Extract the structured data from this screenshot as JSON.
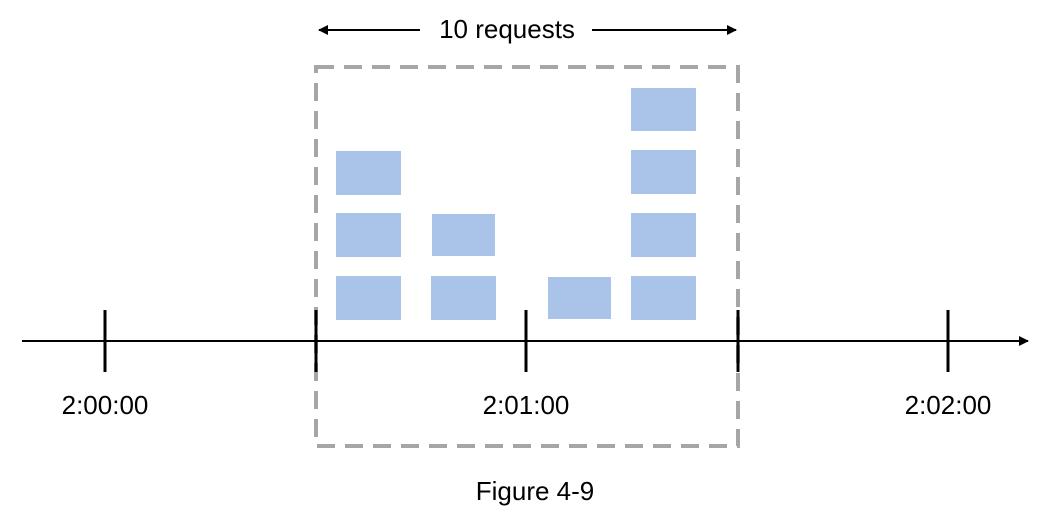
{
  "header": {
    "requests_label": "10 requests"
  },
  "timeline": {
    "ticks": [
      {
        "label": "2:00:00"
      },
      {
        "label": "2:01:00"
      },
      {
        "label": "2:02:00"
      }
    ]
  },
  "caption": "Figure 4-9",
  "colors": {
    "request_block": "#a9c4e8",
    "window_border": "#a6a6a6",
    "axis": "#000000"
  }
}
